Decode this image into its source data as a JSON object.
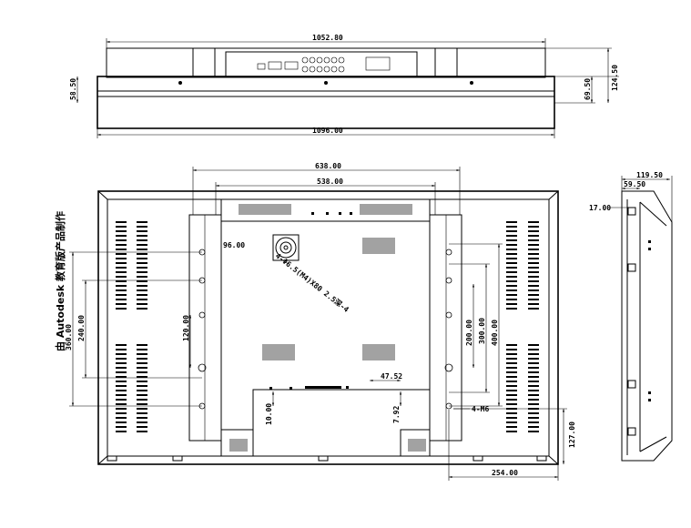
{
  "watermark": "由 Autodesk 教育版产品制作",
  "top_view": {
    "width_inner": "1052.80",
    "width_outer": "1096.00",
    "depth_left": "58.50",
    "depth_right_inner": "69.50",
    "depth_right_outer": "124.50"
  },
  "rear_view": {
    "bracket_span": "638.00",
    "inner_span": "538.00",
    "hole_label": "96.00",
    "height_360": "360.00",
    "height_240": "240.00",
    "height_120": "120.00",
    "height_200": "200.00",
    "height_300": "300.00",
    "height_400": "400.00",
    "dim_47": "47.52",
    "dim_10": "10.00",
    "dim_7": "7.92",
    "bottom_254": "254.00",
    "bottom_127": "127.00",
    "thread_note": "4-M6",
    "diag_note": "4-Φ6.5(M4)X80 2.5深-4"
  },
  "side_view": {
    "depth_outer": "119.50",
    "depth_inner": "59.50",
    "top_offset": "17.00"
  }
}
